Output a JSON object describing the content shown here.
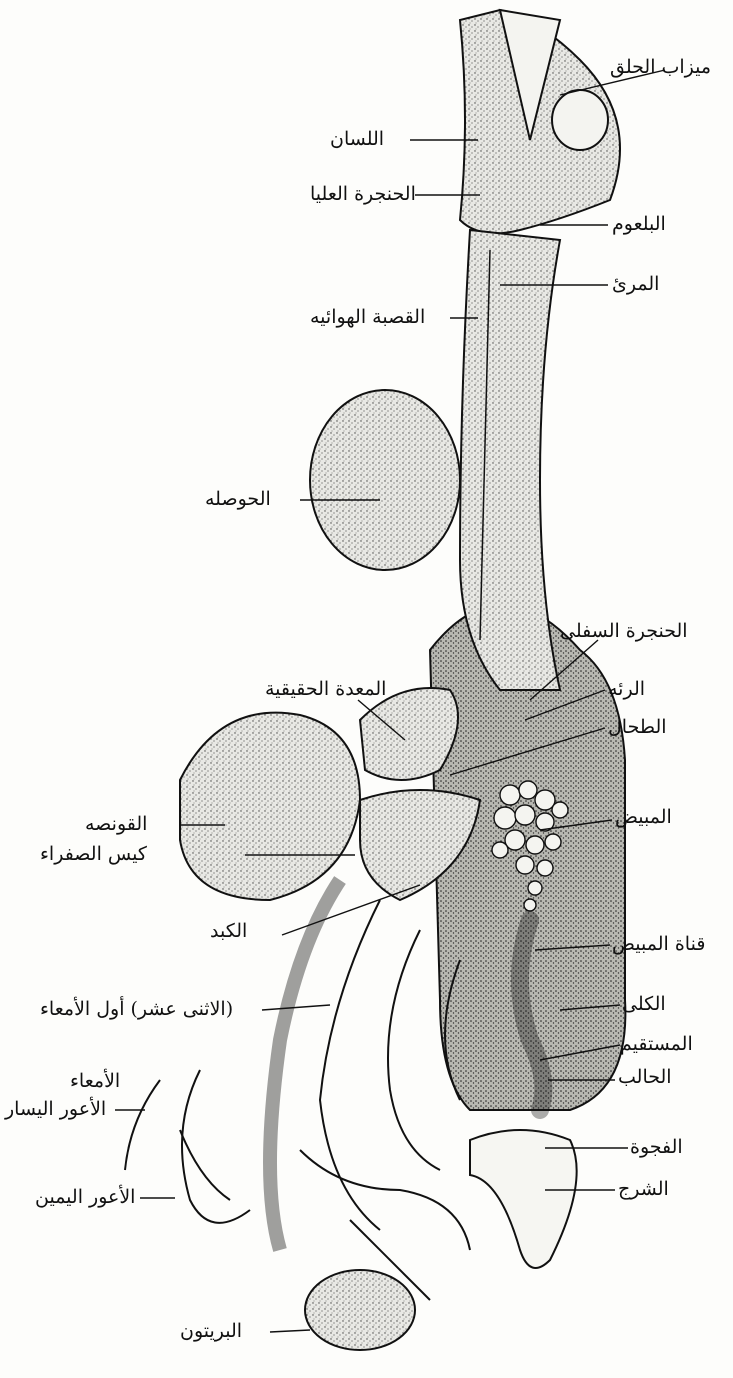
{
  "labels": {
    "throat_groove": "ميزاب الحلق",
    "tongue": "اللسان",
    "upper_larynx": "الحنجرة العليا",
    "pharynx": "البلعوم",
    "esophagus": "المرئ",
    "trachea": "القصبة الهوائيه",
    "crop": "الحوصله",
    "lower_larynx": "الحنجرة السفلى",
    "true_stomach": "المعدة الحقيقية",
    "lung": "الرئه",
    "spleen": "الطحال",
    "gizzard": "القونصه",
    "gall_bladder": "كيس الصفراء",
    "ovary": "المبيض",
    "liver": "الكبد",
    "oviduct": "قناة المبيض",
    "duodenum": "(الاثنى عشر) أول الأمعاء",
    "kidney": "الكلى",
    "rectum": "المستقيم",
    "ureter": "الحالب",
    "intestines": "الأمعاء",
    "left_caecum": "الأعور اليسار",
    "cloaca": "الفجوة",
    "anus": "الشرج",
    "right_caecum": "الأعور اليمين",
    "peritoneum": "البريتون"
  }
}
